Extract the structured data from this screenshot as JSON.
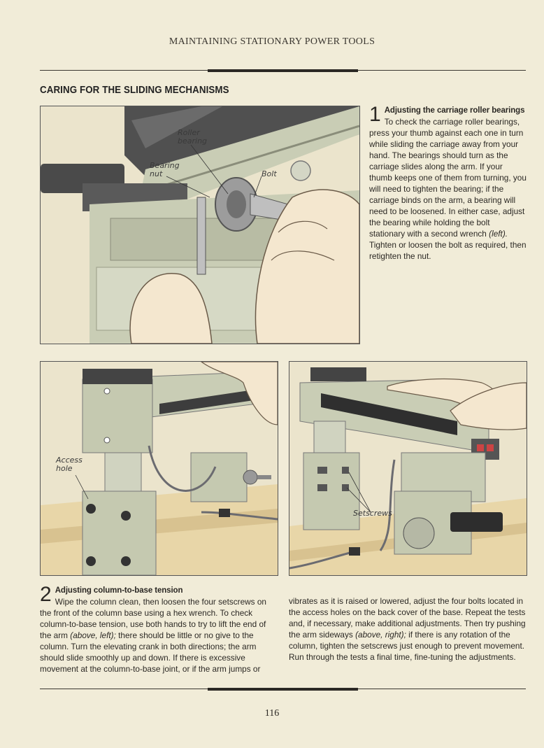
{
  "header": {
    "running_title": "MAINTAINING STATIONARY POWER TOOLS"
  },
  "section": {
    "title": "CARING FOR THE SLIDING MECHANISMS"
  },
  "figure_top": {
    "callouts": {
      "roller_bearing": "Roller bearing",
      "bearing_nut": "Bearing nut",
      "bolt": "Bolt"
    }
  },
  "figure_left": {
    "callouts": {
      "access_hole": "Access hole"
    }
  },
  "figure_right": {
    "callouts": {
      "setscrews": "Setscrews"
    }
  },
  "step1": {
    "number": "1",
    "title": "Adjusting the carriage roller bearings",
    "text_a": "To check the carriage roller bearings, press your thumb against each one in turn while sliding the carriage away from your hand. The bearings should turn as the carriage slides along the arm. If your thumb keeps one of them from turning, you will need to tighten the bearing; if the carriage binds on the arm, a bearing will need to be loosened. In either case, adjust the bearing while holding the bolt stationary with a second wrench ",
    "text_ref": "(left).",
    "text_b": " Tighten or loosen the bolt as required, then retighten the nut."
  },
  "step2": {
    "number": "2",
    "title": "Adjusting column-to-base tension",
    "col1_a": "Wipe the column clean, then loosen the four setscrews on the front of the column base using a hex wrench. To check column-to-base tension, use both hands to try to lift the end of the arm ",
    "col1_ref": "(above, left);",
    "col1_b": " there should be little or no give to the column. Turn the elevating crank in both directions; the arm should slide smoothly up and down. If there is excessive movement at the column-to-base joint, or if the arm jumps or",
    "col2_a": "vibrates as it is raised or lowered, adjust the four bolts located in the access holes on the back cover of the base. Repeat the tests and, if necessary, make additional adjustments. Then try pushing the arm sideways ",
    "col2_ref": "(above, right);",
    "col2_b": " if there is any rotation of the column, tighten the setscrews just enough to prevent movement. Run through the tests a final time, fine-tuning the adjustments."
  },
  "footer": {
    "page_number": "116"
  },
  "colors": {
    "paper": "#f1ecd8",
    "machine": "#c9cdb5",
    "wood": "#e8d6a8",
    "skin": "#f4e7cf",
    "dark": "#3d3d3d"
  }
}
